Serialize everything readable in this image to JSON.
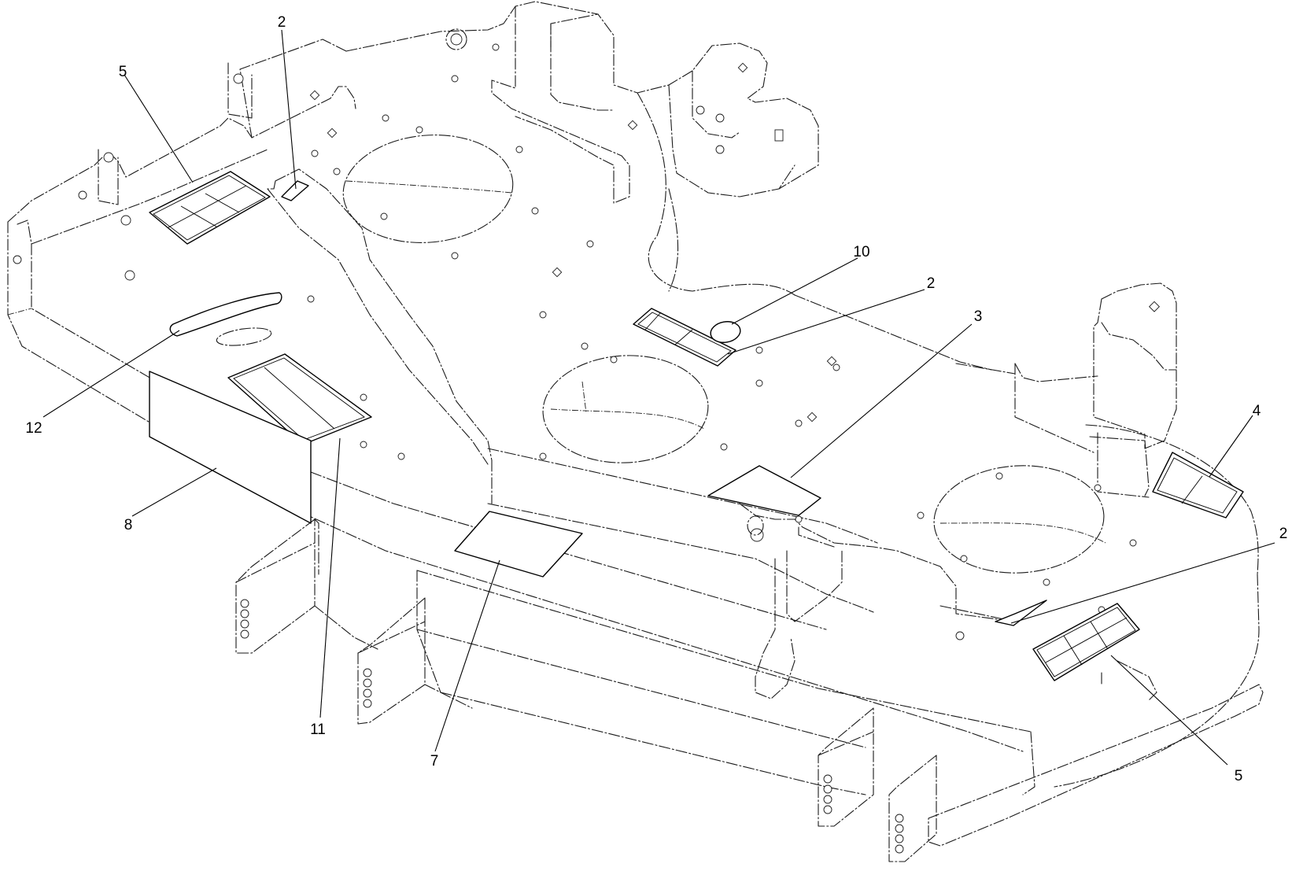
{
  "callouts": [
    {
      "id": "c5a",
      "label": "5"
    },
    {
      "id": "c2a",
      "label": "2"
    },
    {
      "id": "c10",
      "label": "10"
    },
    {
      "id": "c2b",
      "label": "2"
    },
    {
      "id": "c3",
      "label": "3"
    },
    {
      "id": "c4",
      "label": "4"
    },
    {
      "id": "c12",
      "label": "12"
    },
    {
      "id": "c8",
      "label": "8"
    },
    {
      "id": "c11",
      "label": "11"
    },
    {
      "id": "c7",
      "label": "7"
    },
    {
      "id": "c2c",
      "label": "2"
    },
    {
      "id": "c5b",
      "label": "5"
    }
  ]
}
